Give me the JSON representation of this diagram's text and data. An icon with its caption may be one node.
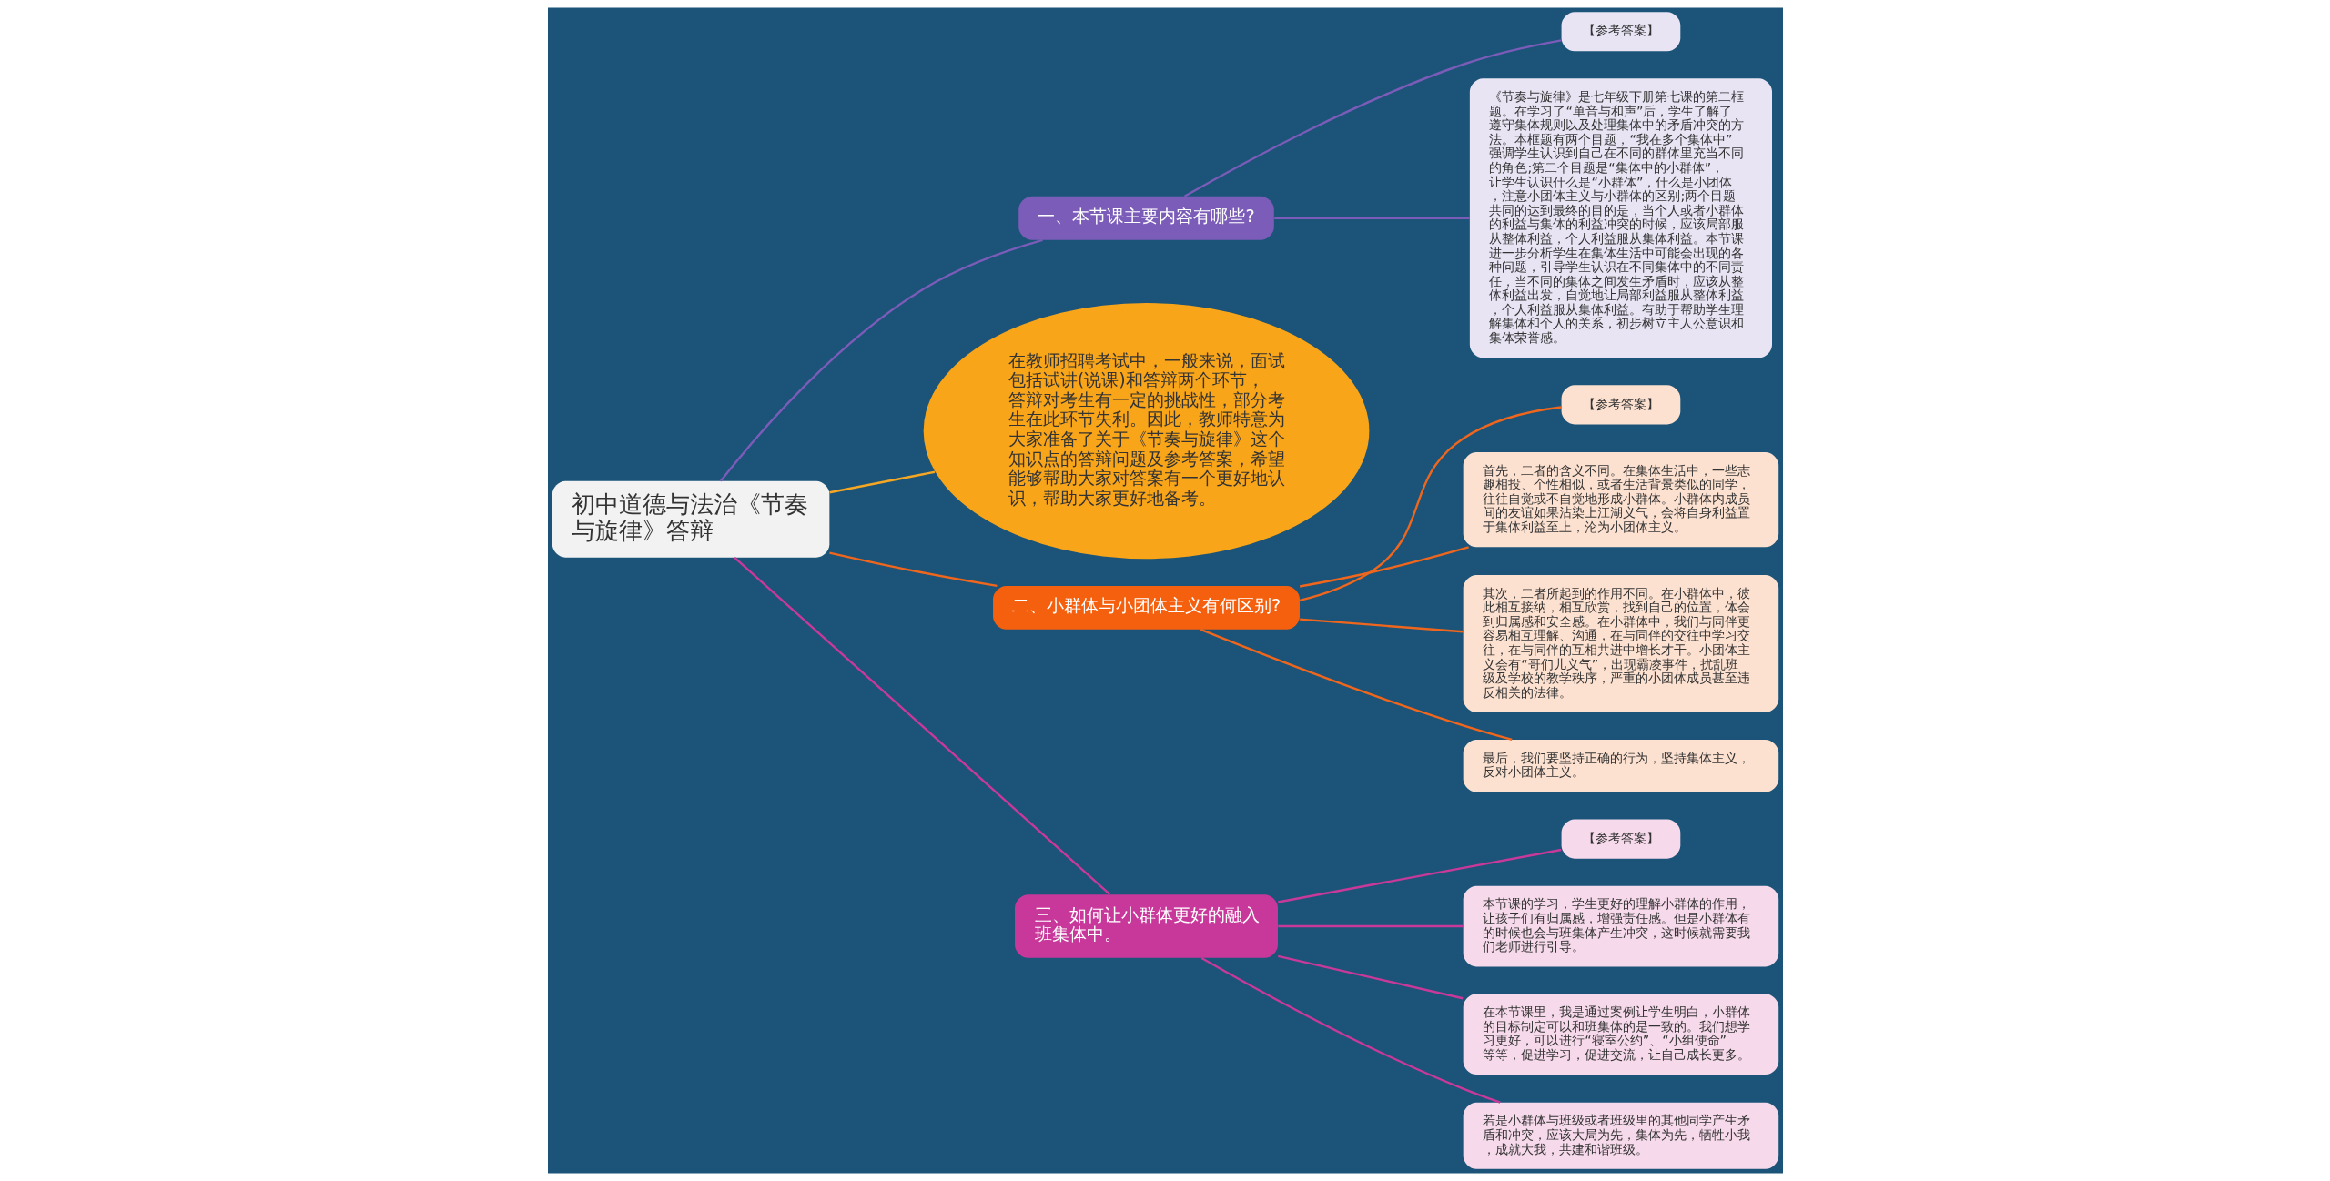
{
  "diagram": {
    "nodes": [
      {
        "text": [
          "初中道德与法治《节奏与旋律》答辩"
        ]
      },
      {
        "text": [
          "一、本节课主要内容有哪些?"
        ]
      },
      {
        "text": [
          "【参考答案】"
        ]
      },
      {
        "text": [
          "《节奏与旋律》是七年级下册第七课的第二框题。在学习了“单音与和声”后，学生了解了遵守集体规则以及处理集体中的矛盾冲突的方法。本框题有两个目题，“我在多个集体中”强调学生认识到自己在不同的群体里充当不同的角色;第二个目题是“集体中的小群体”，让学生认识什么是“小群体”，什么是小团体，注意小团体主义与小群体的区别;两个目题共同的达到最终的目的是，当个人或者小群体的利益与集体的利益冲突的时候，应该局部服从整体利益，个人利益服从集体利益。本节课进一步分析学生在集体生活中可能会出现的各种问题，引导学生认识在不同集体中的不同责任，当不同的集体之间发生矛盾时，应该从整体利益出发，自觉地让局部利益服从整体利益，个人利益服从集体利益。有助于帮助学生理解集体和个人的关系，初步树立主人公意识和集体荣誉感。"
        ]
      },
      {
        "text": [
          "在教师招聘考试中，一般来说，面试包括试讲(说课)和答辩两个环节，答辩对考生有一定的挑战性，部分考生在此环节失利。因此，教师特意为大家准备了关于《节奏与旋律》这个知识点的答辩问题及参考答案，希望能够帮助大家对答案有一个更好地认识，帮助大家更好地备考。"
        ]
      },
      {
        "text": [
          "二、小群体与小团体主义有何区别?"
        ]
      },
      {
        "text": [
          "【参考答案】"
        ]
      },
      {
        "text": [
          "首先，二者的含义不同。在集体生活中，一些志趣相投、个性相似，或者生活背景类似的同学，往往自觉或不自觉地形成小群体。小群体内成员间的友谊如果沾染上江湖义气，会将自身利益置于集体利益至上，沦为小团体主义。"
        ]
      },
      {
        "text": [
          "其次，二者所起到的作用不同。在小群体中，彼此相互接纳，相互欣赏，找到自己的位置，体会到归属感和安全感。在小群体中，我们与同伴更容易相互理解、沟通，在与同伴的交往中学习交往，在与同伴的互相共进中增长才干。小团体主义会有“哥们儿义气”，出现霸凌事件，扰乱班级及学校的教学秩序，严重的小团体成员甚至违反相关的法律。"
        ]
      },
      {
        "text": [
          "最后，我们要坚持正确的行为，坚持集体主义，反对小团体主义。"
        ]
      },
      {
        "text": [
          "三、如何让小群体更好的融入班集体中。"
        ]
      },
      {
        "text": [
          "【参考答案】"
        ]
      },
      {
        "text": [
          "本节课的学习，学生更好的理解小群体的作用，让孩子们有归属感，增强责任感。但是小群体有的时候也会与班集体产生冲突，这时候就需要我们老师进行引导。"
        ]
      },
      {
        "text": [
          "在本节课里，我是通过案例让学生明白，小群体的目标制定可以和班集体的是一致的。我们想学习更好，可以进行“寝室公约”、“小组使命”等等，促进学习，促进交流，让自己成长更多。"
        ]
      },
      {
        "text": [
          "若是小群体与班级或者班级里的其他同学产生矛盾和冲突，应该大局为先，集体为先，牺牲小我，成就大我，共建和谐班级。"
        ]
      }
    ],
    "edges": [
      {
        "from": 0,
        "to": 1,
        "arrow": "none",
        "color": "#7b5cb8"
      },
      {
        "from": 1,
        "to": 2,
        "arrow": "none",
        "color": "#7b5cb8"
      },
      {
        "from": 1,
        "to": 3,
        "arrow": "none",
        "color": "#7b5cb8"
      },
      {
        "from": 0,
        "to": 4,
        "arrow": "none",
        "color": "#f5a623"
      },
      {
        "from": 0,
        "to": 5,
        "arrow": "none",
        "color": "#f0661c"
      },
      {
        "from": 5,
        "to": 6,
        "arrow": "none",
        "color": "#f0661c"
      },
      {
        "from": 5,
        "to": 7,
        "arrow": "none",
        "color": "#f0661c"
      },
      {
        "from": 5,
        "to": 8,
        "arrow": "none",
        "color": "#f0661c"
      },
      {
        "from": 5,
        "to": 9,
        "arrow": "none",
        "color": "#f0661c"
      },
      {
        "from": 0,
        "to": 10,
        "arrow": "none",
        "color": "#c8399a"
      },
      {
        "from": 10,
        "to": 11,
        "arrow": "none",
        "color": "#c8399a"
      },
      {
        "from": 10,
        "to": 12,
        "arrow": "none",
        "color": "#c8399a"
      },
      {
        "from": 10,
        "to": 13,
        "arrow": "none",
        "color": "#c8399a"
      },
      {
        "from": 10,
        "to": 14,
        "arrow": "none",
        "color": "#c8399a"
      }
    ]
  }
}
